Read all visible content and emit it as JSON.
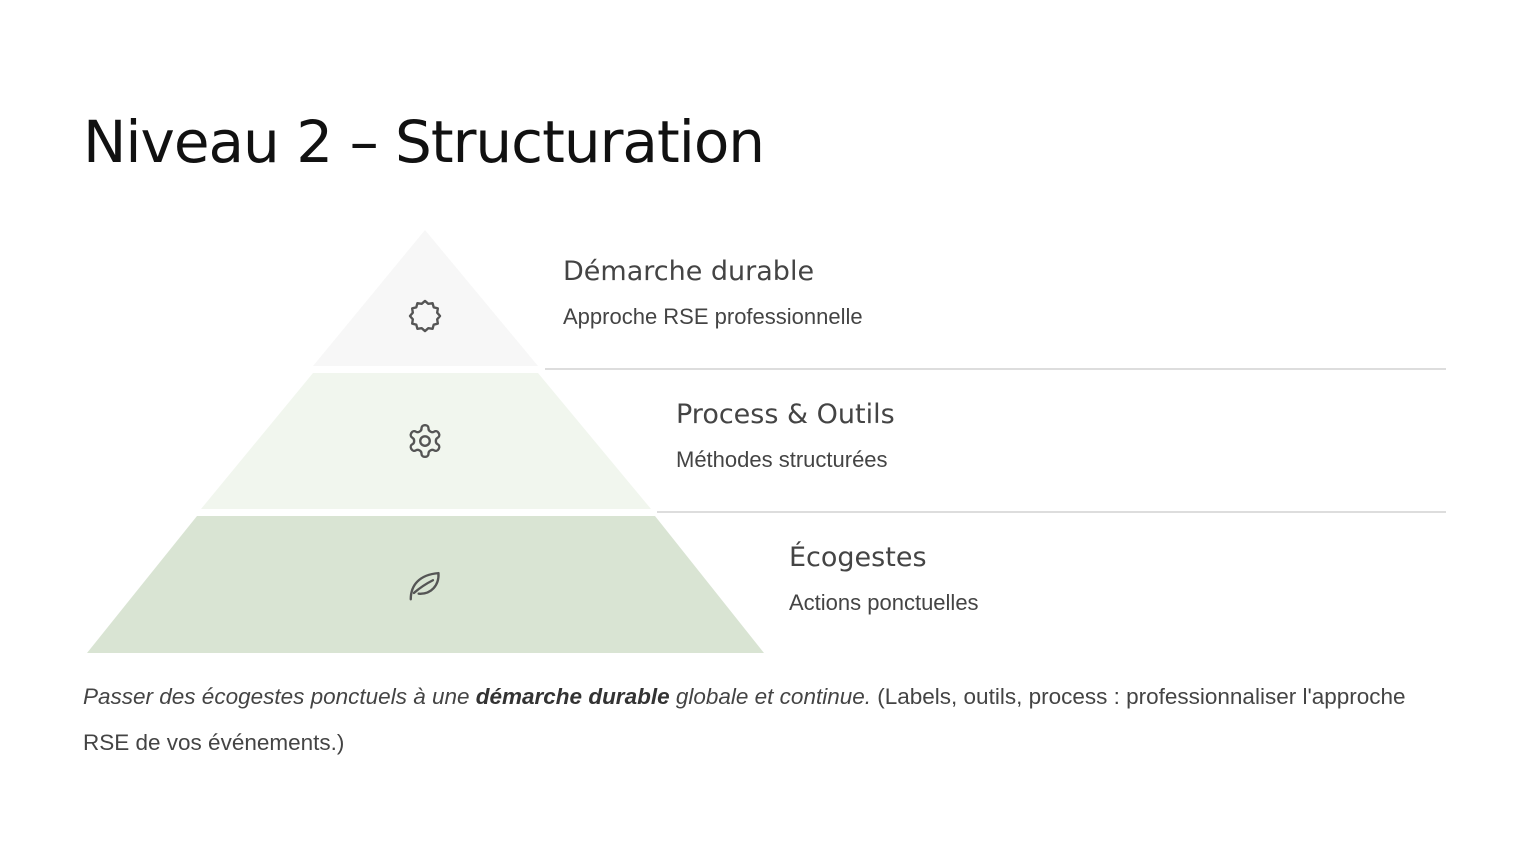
{
  "slide": {
    "title": "Niveau 2 – Structuration"
  },
  "pyramid": {
    "tiers": [
      {
        "title": "Démarche durable",
        "subtitle": "Approche RSE professionnelle",
        "icon": "badge-icon",
        "color": "#f7f7f7"
      },
      {
        "title": "Process & Outils",
        "subtitle": "Méthodes structurées",
        "icon": "gear-icon",
        "color": "#f1f6ee"
      },
      {
        "title": "Écogestes",
        "subtitle": "Actions ponctuelles",
        "icon": "leaf-icon",
        "color": "#d9e4d3"
      }
    ]
  },
  "caption": {
    "italic_start": "Passer des écogestes ponctuels à une ",
    "bold_phrase": "démarche durable",
    "italic_end": " globale et continue.",
    "plain": " (Labels, outils, process : professionnaliser l'approche RSE de vos événements.)"
  }
}
